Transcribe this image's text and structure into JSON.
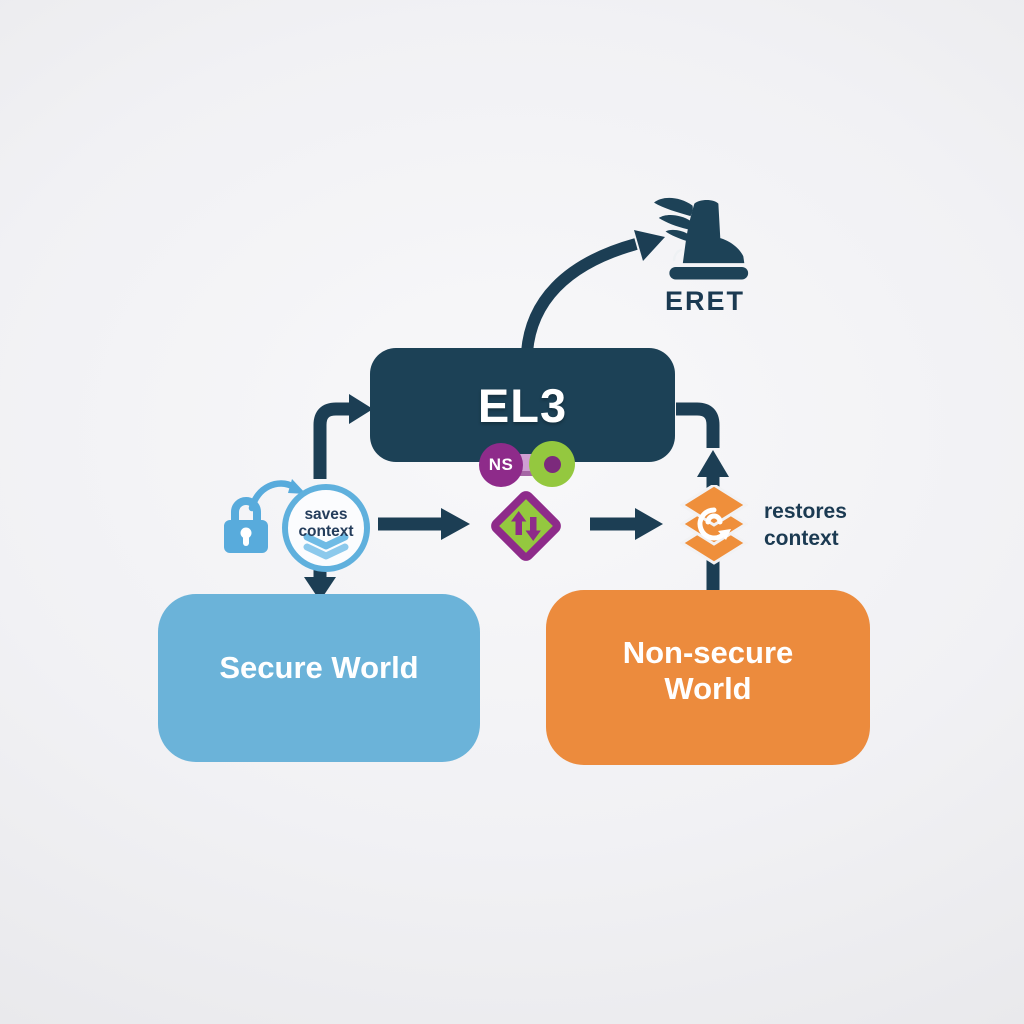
{
  "diagram": {
    "el3": {
      "label": "EL3"
    },
    "eret": {
      "label": "ERET",
      "icon": "winged-boot-icon"
    },
    "ns_toggle": {
      "label": "NS",
      "icon": "ns-toggle-switch-icon"
    },
    "saves_context": {
      "label": "saves context",
      "icon": "padlock-icon",
      "badge_icon": "chevrons-down-icon"
    },
    "world_switch": {
      "icon": "up-down-arrows-diamond-icon"
    },
    "restores_context": {
      "label": "restores context",
      "icon": "layers-refresh-icon"
    },
    "secure_world": {
      "label": "Secure World"
    },
    "non_secure_world": {
      "label": "Non-secure World"
    },
    "colors": {
      "navy": "#1c4156",
      "arrow_navy": "#1c3e54",
      "label_navy": "#1b3a52",
      "light_blue": "#58abdc",
      "ring_blue": "#5fb0dd",
      "chevron_blue": "#6fbbe5",
      "secure_blue": "#6bb3d9",
      "orange": "#ec8b3d",
      "icon_orange": "#ef8f3b",
      "purple": "#8e2b8a",
      "toggle_track": "#cf9fd2",
      "green": "#94c83f",
      "bg": "#efeff1"
    }
  }
}
